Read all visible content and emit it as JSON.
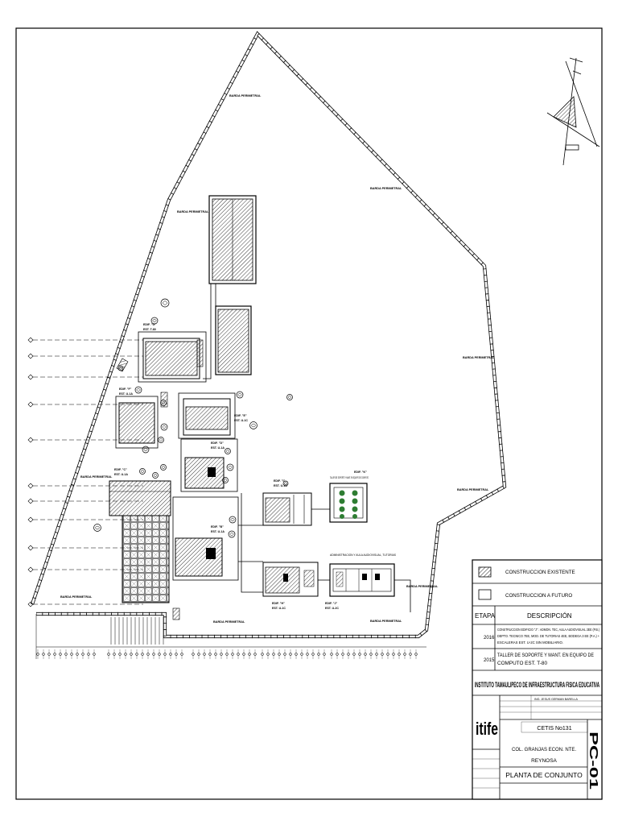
{
  "legend": {
    "existing_label": "CONSTRUCCION EXISTENTE",
    "future_label": "CONSTRUCCION A FUTURO"
  },
  "phases": {
    "header_stage": "ETAPA",
    "header_description": "DESCRIPCIÓN",
    "rows": [
      {
        "year": "2016",
        "lines": [
          "CONSTRUCCION EDIFICIO \"J\" : ADMON. TEC, AULA AUDIOVISUAL 2EE (P.B.)",
          "DEPTO. TECNICO 7EE, MOD. DE TUTORIAS 4EE, BODEGA 3 EE (P.A.) +",
          "ESCALERAS EST. U-2C SIN MOBILIARIO."
        ]
      },
      {
        "year": "2015",
        "lines": [
          "TALLER DE SOPORTE Y MANT. EN EQUIPO DE",
          "COMPUTO EST. T-80"
        ]
      }
    ]
  },
  "institute": "INSTITUTO TAMAULIPECO DE INFRAESTRUCTURA FISICA EDUCATIVA",
  "logo_text": "itife",
  "signatory": "ING. JESUS GERMAN BARELLA",
  "school": "CETIS No131",
  "colony": "COL. GRANJAS ECON. NTE.",
  "city": "REYNOSA",
  "sheet_title": "PLANTA DE CONJUNTO",
  "sheet_code": "PC-01",
  "site": {
    "wall_label": "BARDA PERIMETRAL",
    "buildings": [
      {
        "name": "EDIF. \"G\"",
        "est": "EST. T-80"
      },
      {
        "name": "EDIF. \"F\"",
        "est": "EST. U-1A"
      },
      {
        "name": "EDIF. \"E\"",
        "est": "EST. U-1C"
      },
      {
        "name": "EDIF. \"D\"",
        "est": "EST. U-1A"
      },
      {
        "name": "EDIF. \"C\"",
        "est": "EST. U-1A"
      },
      {
        "name": "EDIF. \"B\"",
        "est": "EST. U-1A"
      },
      {
        "name": "EDIF. \"I\"",
        "est": "EST. U-1C"
      },
      {
        "name": "EDIF. \"H\"",
        "est": "EST. U-1C"
      },
      {
        "name": "EDIF. \"J\"",
        "est": "EST. U-2C"
      }
    ],
    "annotations": {
      "workshop_tag": "EDIF. \"K\"",
      "workshop": "TALLER DE SOPORTE Y MANT. EN EQUIPO DE COMPUTO",
      "admin": "ADMINISTRACION Y AULA AUDIOVISUAL, TUTORIAS"
    }
  },
  "colors": {
    "line": "#000000",
    "tree_green": "#2e7d32"
  }
}
